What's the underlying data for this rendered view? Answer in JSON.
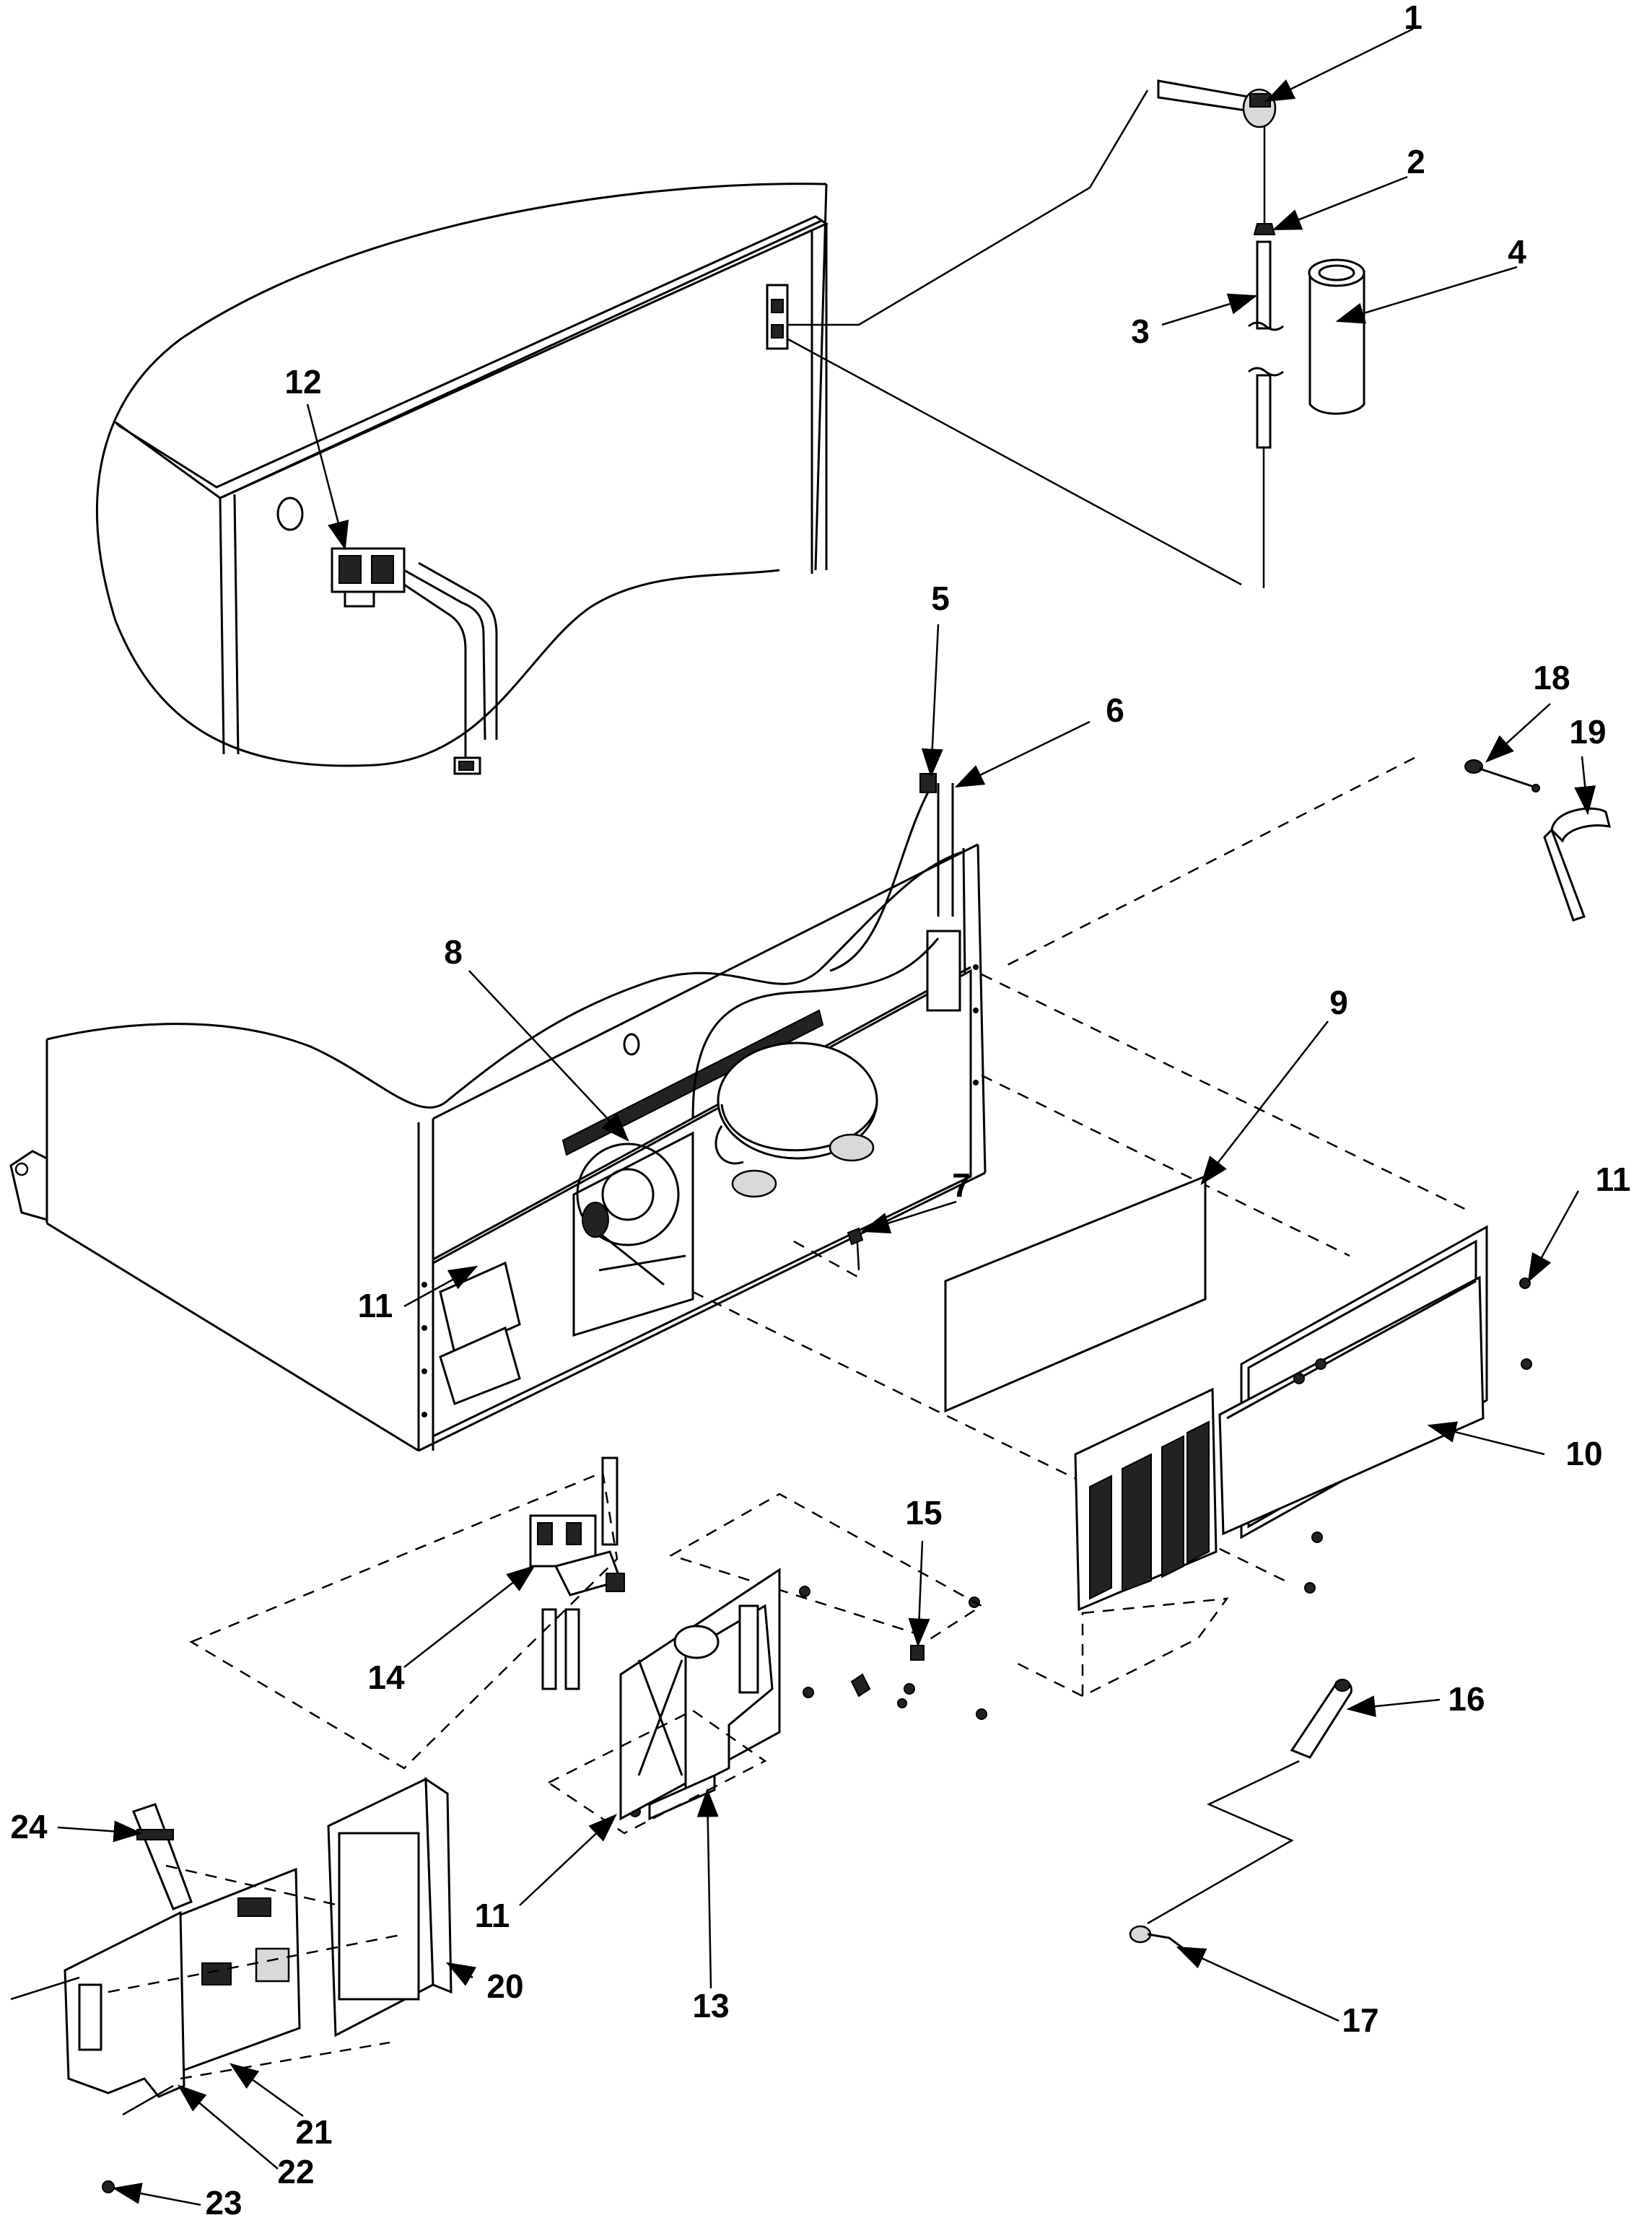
{
  "callouts": [
    {
      "id": "c1",
      "label": "1"
    },
    {
      "id": "c2",
      "label": "2"
    },
    {
      "id": "c3",
      "label": "3"
    },
    {
      "id": "c4",
      "label": "4"
    },
    {
      "id": "c5",
      "label": "5"
    },
    {
      "id": "c6",
      "label": "6"
    },
    {
      "id": "c7",
      "label": "7"
    },
    {
      "id": "c8",
      "label": "8"
    },
    {
      "id": "c9",
      "label": "9"
    },
    {
      "id": "c10",
      "label": "10"
    },
    {
      "id": "c11a",
      "label": "11"
    },
    {
      "id": "c11b",
      "label": "11"
    },
    {
      "id": "c11c",
      "label": "11"
    },
    {
      "id": "c12",
      "label": "12"
    },
    {
      "id": "c13",
      "label": "13"
    },
    {
      "id": "c14",
      "label": "14"
    },
    {
      "id": "c15",
      "label": "15"
    },
    {
      "id": "c16",
      "label": "16"
    },
    {
      "id": "c17",
      "label": "17"
    },
    {
      "id": "c18",
      "label": "18"
    },
    {
      "id": "c19",
      "label": "19"
    },
    {
      "id": "c20",
      "label": "20"
    },
    {
      "id": "c21",
      "label": "21"
    },
    {
      "id": "c22",
      "label": "22"
    },
    {
      "id": "c23",
      "label": "23"
    },
    {
      "id": "c24",
      "label": "24"
    }
  ]
}
